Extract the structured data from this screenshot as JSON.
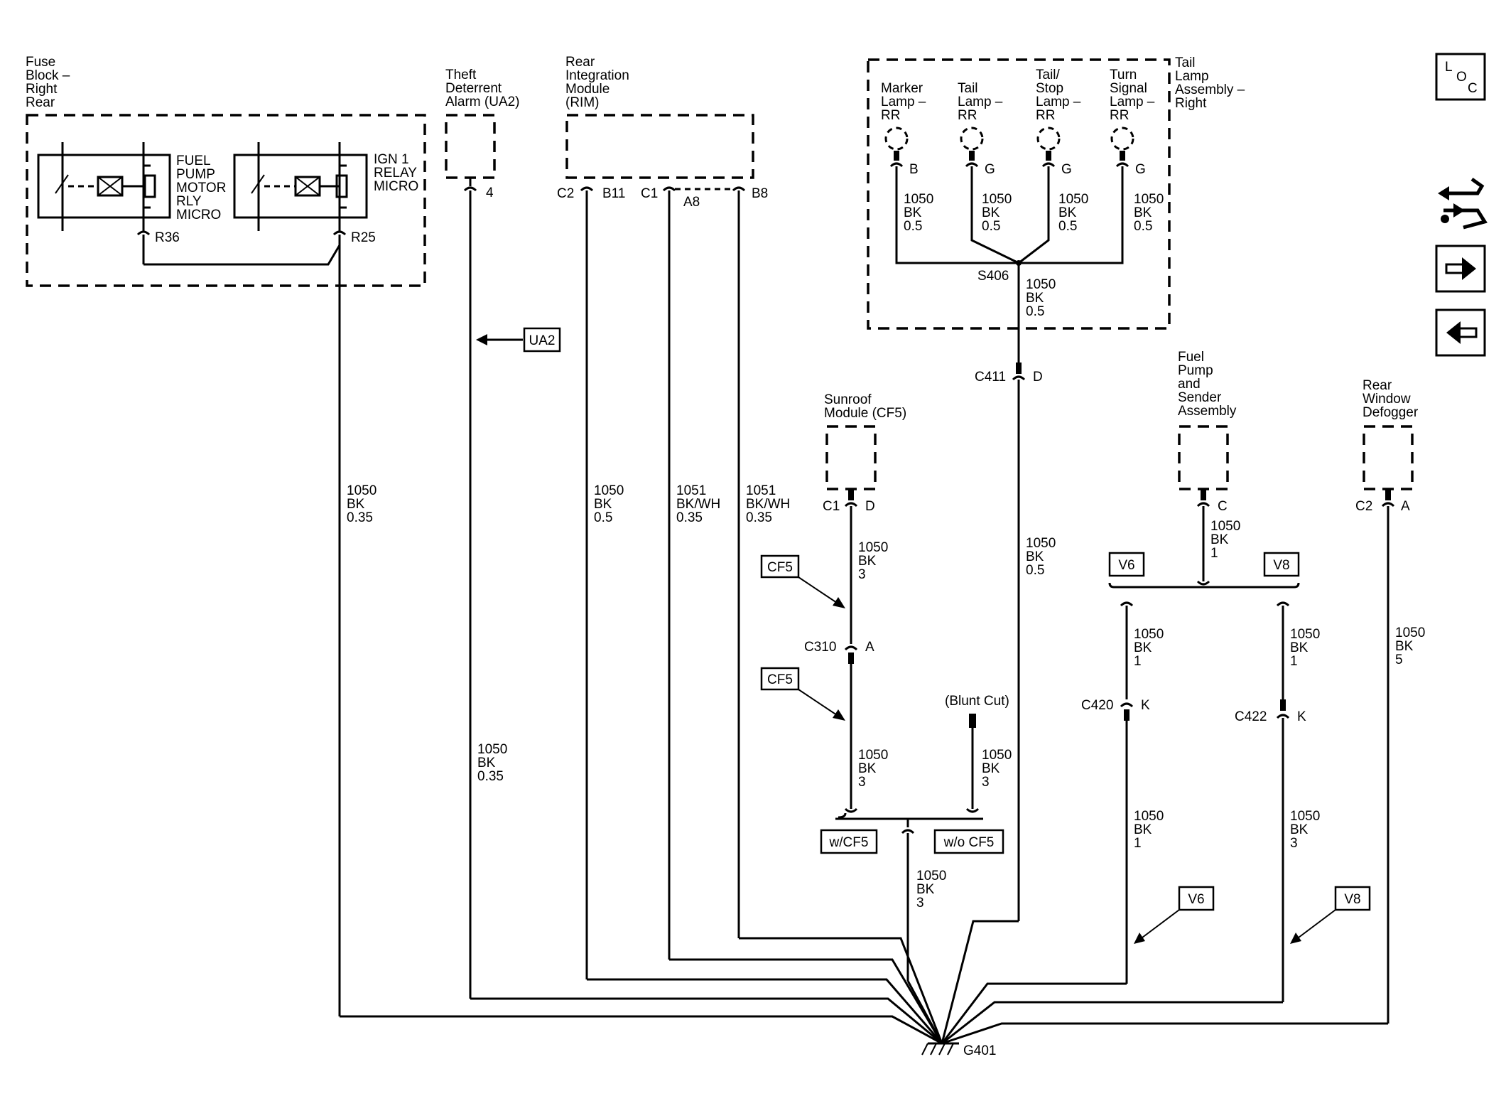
{
  "components": {
    "fuse_block": [
      "Fuse",
      "Block –",
      "Right",
      "Rear"
    ],
    "fuel_relay": [
      "FUEL",
      "PUMP",
      "MOTOR",
      "RLY",
      "MICRO"
    ],
    "ign_relay": [
      "IGN 1",
      "RELAY",
      "MICRO"
    ],
    "theft": [
      "Theft",
      "Deterrent",
      "Alarm (UA2)"
    ],
    "rim": [
      "Rear",
      "Integration",
      "Module",
      "(RIM)"
    ],
    "tail_assembly": [
      "Tail",
      "Lamp",
      "Assembly –",
      "Right"
    ],
    "marker_lamp": [
      "Marker",
      "Lamp –",
      "RR"
    ],
    "tail_lamp": [
      "Tail",
      "Lamp –",
      "RR"
    ],
    "stop_lamp": [
      "Tail/",
      "Stop",
      "Lamp –",
      "RR"
    ],
    "turn_lamp": [
      "Turn",
      "Signal",
      "Lamp –",
      "RR"
    ],
    "sunroof": [
      "Sunroof",
      "Module (CF5)"
    ],
    "fuel_pump": [
      "Fuel",
      "Pump",
      "and",
      "Sender",
      "Assembly"
    ],
    "defogger": [
      "Rear",
      "Window",
      "Defogger"
    ]
  },
  "pins": {
    "r36": "R36",
    "r25": "R25",
    "theft_4": "4",
    "rim_c2": "C2",
    "rim_b11": "B11",
    "rim_c1": "C1",
    "rim_a8": "A8",
    "rim_b8": "B8",
    "lamp_b": "B",
    "lamp_g1": "G",
    "lamp_g2": "G",
    "lamp_g3": "G",
    "s406": "S406",
    "c411": "C411",
    "c411_d": "D",
    "sun_c1": "C1",
    "sun_d": "D",
    "c310": "C310",
    "c310_a": "A",
    "fuel_c": "C",
    "def_c2": "C2",
    "def_a": "A",
    "c420": "C420",
    "c420_k": "K",
    "c422": "C422",
    "c422_k": "K",
    "g401": "G401",
    "blunt_cut": "(Blunt Cut)"
  },
  "wires": {
    "r25": [
      "1050",
      "BK",
      "0.35"
    ],
    "theft": [
      "1050",
      "BK",
      "0.35"
    ],
    "rim_b11": [
      "1050",
      "BK",
      "0.5"
    ],
    "rim_a8": [
      "1051",
      "BK/WH",
      "0.35"
    ],
    "rim_b8": [
      "1051",
      "BK/WH",
      "0.35"
    ],
    "lamp1": [
      "1050",
      "BK",
      "0.5"
    ],
    "lamp2": [
      "1050",
      "BK",
      "0.5"
    ],
    "lamp3": [
      "1050",
      "BK",
      "0.5"
    ],
    "lamp4": [
      "1050",
      "BK",
      "0.5"
    ],
    "s406": [
      "1050",
      "BK",
      "0.5"
    ],
    "c411": [
      "1050",
      "BK",
      "0.5"
    ],
    "sun1": [
      "1050",
      "BK",
      "3"
    ],
    "sun2": [
      "1050",
      "BK",
      "3"
    ],
    "blunt": [
      "1050",
      "BK",
      "3"
    ],
    "merge": [
      "1050",
      "BK",
      "3"
    ],
    "fuel": [
      "1050",
      "BK",
      "1"
    ],
    "v6_up": [
      "1050",
      "BK",
      "1"
    ],
    "v8_up": [
      "1050",
      "BK",
      "1"
    ],
    "v6_low": [
      "1050",
      "BK",
      "1"
    ],
    "v8_low": [
      "1050",
      "BK",
      "3"
    ],
    "def": [
      "1050",
      "BK",
      "5"
    ]
  },
  "options": {
    "ua2": "UA2",
    "cf5_1": "CF5",
    "cf5_2": "CF5",
    "v6_top": "V6",
    "v8_top": "V8",
    "v6_bot": "V6",
    "v8_bot": "V8",
    "w_cf5": "w/CF5",
    "wo_cf5": "w/o CF5"
  },
  "nav": {
    "loc": [
      "L",
      "O",
      "C"
    ],
    "icons": [
      "connector-icon",
      "arrow-right-icon",
      "arrow-left-icon"
    ]
  }
}
